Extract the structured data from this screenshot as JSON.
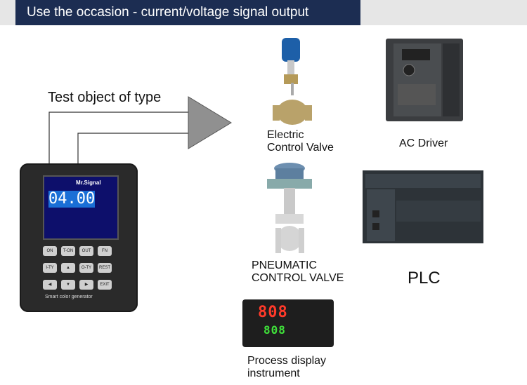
{
  "banner": {
    "title": "Use the occasion - current/voltage signal output"
  },
  "test_object_label": "Test object of type",
  "items": {
    "electric_valve": "Electric\nControl Valve",
    "ac_driver": "AC Driver",
    "pneumatic_valve": "PNEUMATIC\nCONTROL VALVE",
    "plc": "PLC",
    "process_display": "Process display\ninstrument"
  },
  "device": {
    "brand": "Mr.Signal",
    "display_value": "04.00",
    "footer": "Smart color generator",
    "keys": [
      "ON",
      "T-ON",
      "OUT",
      "FN",
      "I-TY",
      "▲",
      "O-TY",
      "REST",
      "◀",
      "▼",
      "▶",
      "EXIT"
    ]
  },
  "process_display": {
    "pv": "808",
    "sv": "808"
  },
  "colors": {
    "banner_bg": "#1c2d52",
    "arrow_fill": "#909090"
  }
}
